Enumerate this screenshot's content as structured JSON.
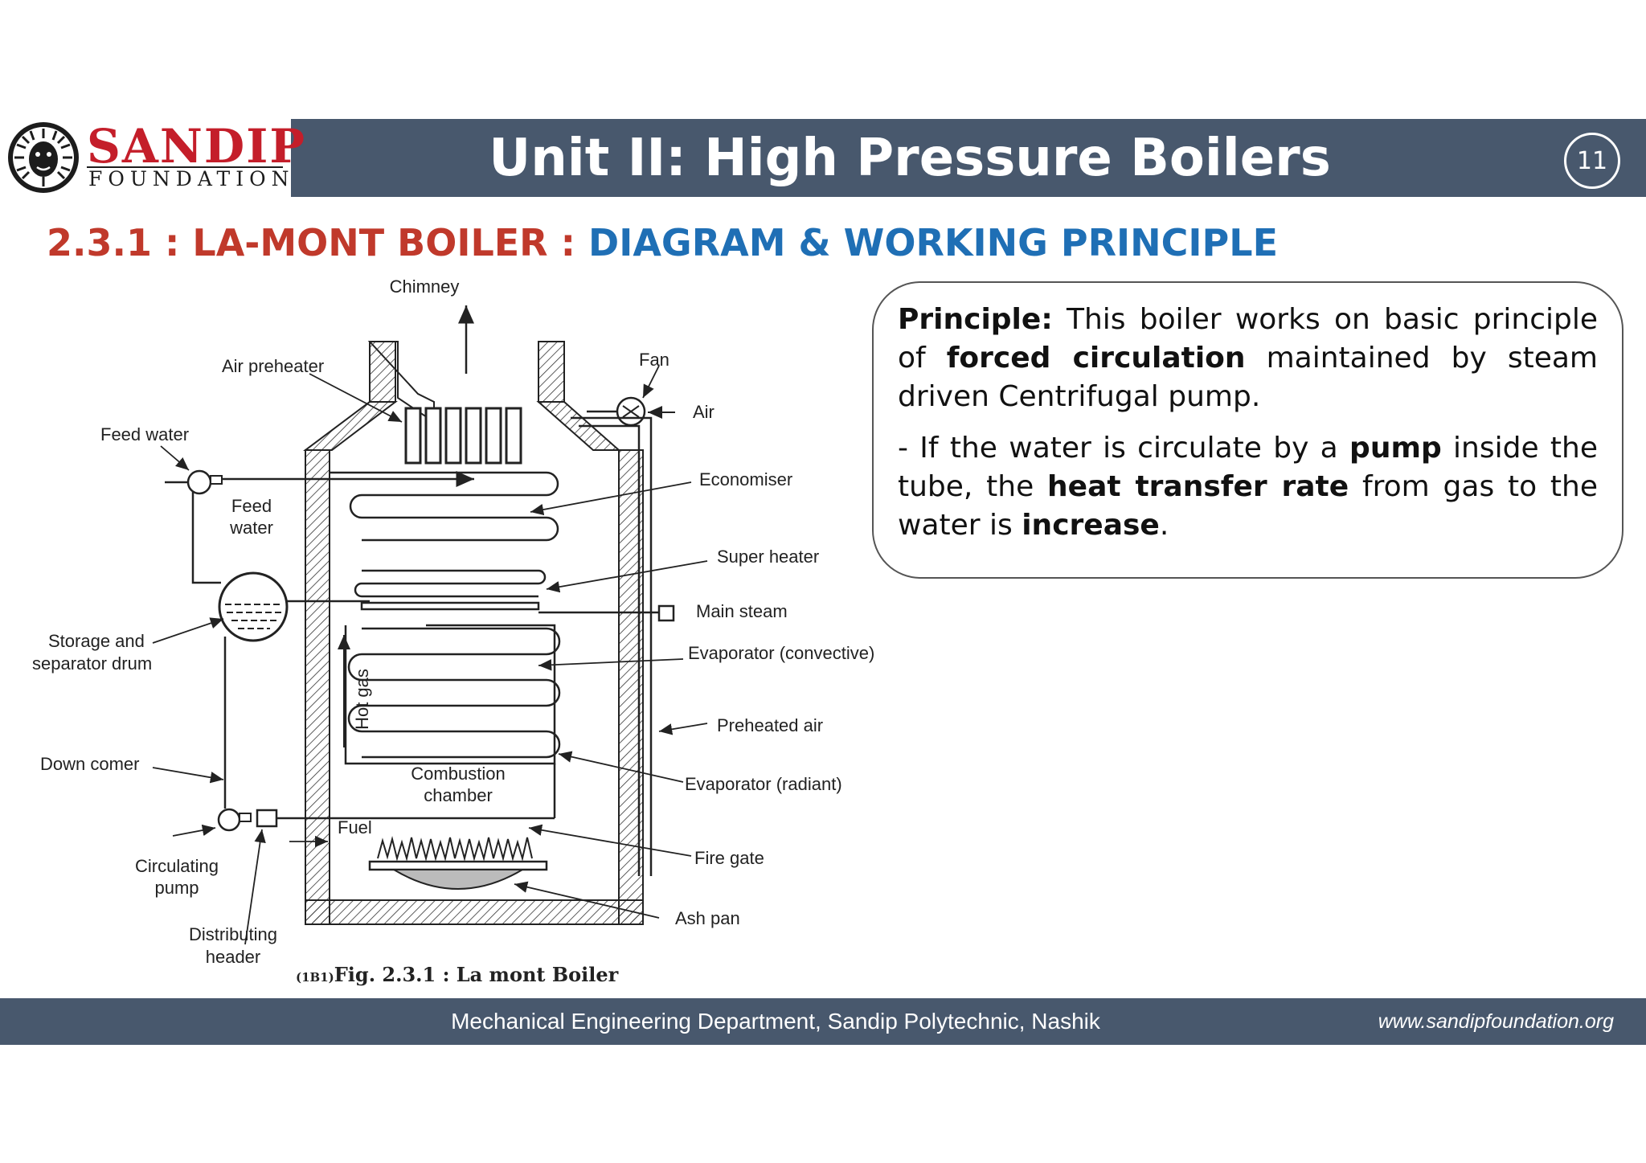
{
  "header": {
    "logo_word": "SANDIP",
    "logo_sub": "FOUNDATION",
    "title": "Unit II: High Pressure Boilers",
    "page_number": "11"
  },
  "section": {
    "number_title": "2.3.1 : LA-MONT BOILER : ",
    "subtitle": "DIAGRAM & WORKING PRINCIPLE"
  },
  "diagram": {
    "labels": {
      "chimney": "Chimney",
      "air_preheater": "Air preheater",
      "fan": "Fan",
      "air": "Air",
      "feed_water_top": "Feed water",
      "feed": "Feed",
      "water": "water",
      "economiser": "Economiser",
      "super_heater": "Super heater",
      "main_steam": "Main steam",
      "storage": "Storage and",
      "separator_drum": "separator drum",
      "hot_gas": "Hot gas",
      "evaporator_convective": "Evaporator (convective)",
      "preheated_air": "Preheated air",
      "down_comer": "Down comer",
      "combustion": "Combustion",
      "chamber": "chamber",
      "evaporator_radiant": "Evaporator (radiant)",
      "fuel": "Fuel",
      "fire_gate": "Fire gate",
      "circulating": "Circulating",
      "pump": "pump",
      "ash_pan": "Ash pan",
      "distributing": "Distributing",
      "header": "header"
    },
    "caption_prefix": "(1B1)",
    "caption": "Fig. 2.3.1 : La mont Boiler"
  },
  "principle": {
    "p1": [
      {
        "t": "Principle:",
        "b": true
      },
      {
        "t": " This boiler works on basic principle of ",
        "b": false
      },
      {
        "t": "forced circulation",
        "b": true
      },
      {
        "t": " maintained by steam driven Centrifugal pump.",
        "b": false
      }
    ],
    "p2": [
      {
        "t": "- If the water is circulate by a ",
        "b": false
      },
      {
        "t": "pump",
        "b": true
      },
      {
        "t": " inside the tube, the ",
        "b": false
      },
      {
        "t": "heat transfer rate",
        "b": true
      },
      {
        "t": " from gas to the water is ",
        "b": false
      },
      {
        "t": "increase",
        "b": true
      },
      {
        "t": ".",
        "b": false
      }
    ]
  },
  "footer": {
    "department": "Mechanical Engineering Department, Sandip Polytechnic, Nashik",
    "url": "www.sandipfoundation.org"
  },
  "colors": {
    "band": "#48586d",
    "brand_red": "#c41e2a",
    "heading_red": "#c0392b",
    "heading_blue": "#1f6fb5"
  }
}
